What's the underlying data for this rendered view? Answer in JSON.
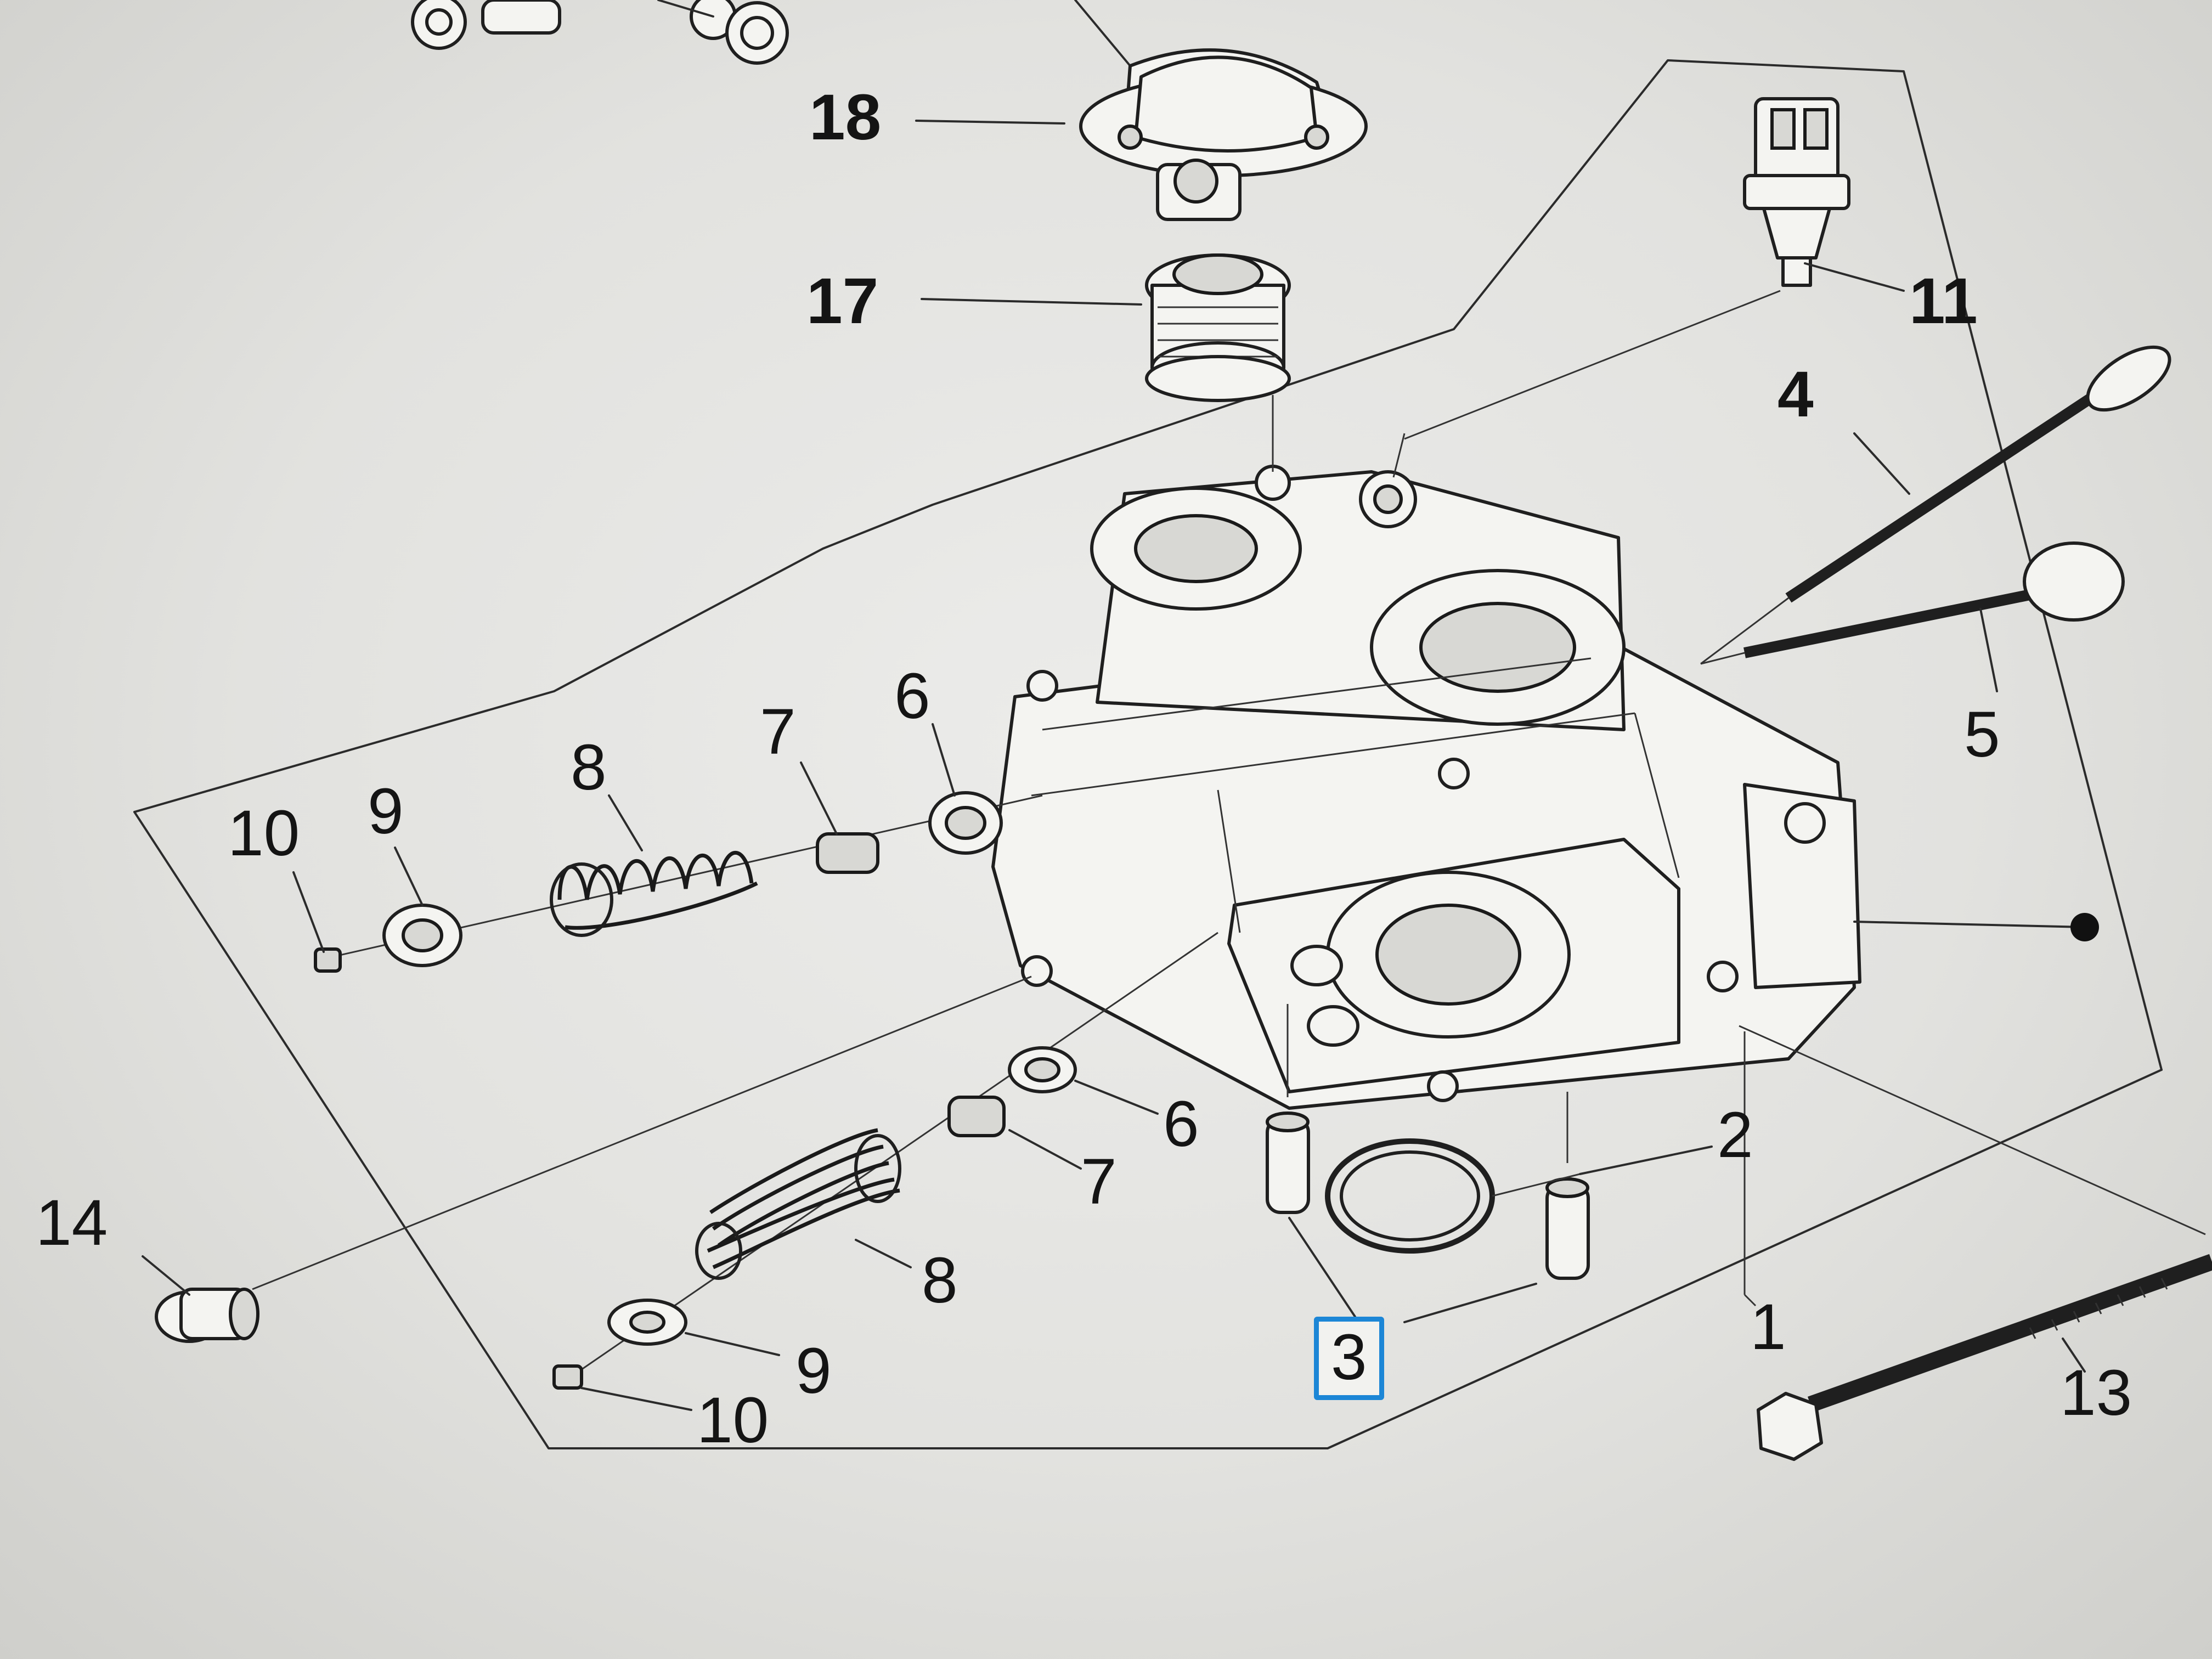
{
  "callouts": {
    "p1": "1",
    "p2": "2",
    "p3": "3",
    "p4": "4",
    "p5": "5",
    "p6a": "6",
    "p6b": "6",
    "p7a": "7",
    "p7b": "7",
    "p8a": "8",
    "p8b": "8",
    "p9a": "9",
    "p9b": "9",
    "p10a": "10",
    "p10b": "10",
    "p11": "11",
    "p13": "13",
    "p14": "14",
    "p17": "17",
    "p18": "18"
  },
  "colors": {
    "highlight_box": "#1c86d6",
    "line": "#2b2b2b",
    "background": "#e6e6e3"
  }
}
